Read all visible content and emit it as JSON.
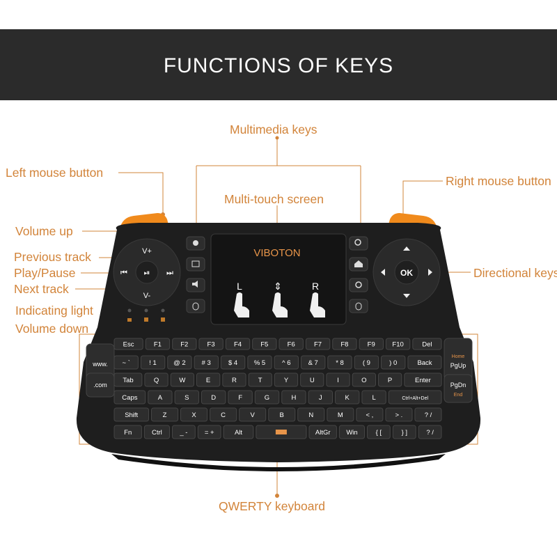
{
  "banner": {
    "title": "FUNCTIONS OF KEYS"
  },
  "brand": {
    "logo_text": "VIBOTON"
  },
  "colors": {
    "accent": "#d2843a",
    "banner_bg": "#2b2b2b",
    "keyboard_body": "#1e1e1e",
    "orange_bumper": "#f08a1c"
  },
  "callouts": {
    "multimedia": "Multimedia keys",
    "left_mouse": "Left mouse button",
    "right_mouse": "Right mouse button",
    "touch": "Multi-touch screen",
    "volume_up": "Volume up",
    "prev_track": "Previous track",
    "play_pause": "Play/Pause",
    "next_track": "Next track",
    "indicator": "Indicating light",
    "volume_down": "Volume down",
    "directional": "Directional keys",
    "qwerty": "QWERTY keyboard"
  },
  "dpad_left": {
    "up": "V+",
    "down": "V-",
    "left": "⏮",
    "center": "⏯",
    "right": "⏭"
  },
  "dpad_right": {
    "center": "OK"
  },
  "touchpad": {
    "left": "L",
    "middle": "⇕",
    "right": "R"
  },
  "side_keys": {
    "www": "www.",
    "com": ".com",
    "home": "Home",
    "pgup": "PgUp",
    "pgdn": "PgDn",
    "end": "End"
  },
  "keyboard": {
    "rows": [
      [
        "Esc",
        "F1",
        "F2",
        "F3",
        "F4",
        "F5",
        "F6",
        "F7",
        "F8",
        "F9",
        "F10",
        "Del"
      ],
      [
        "~ `",
        "! 1",
        "@ 2",
        "# 3",
        "$ 4",
        "% 5",
        "^ 6",
        "& 7",
        "* 8",
        "( 9",
        ") 0",
        "Back"
      ],
      [
        "Tab",
        "Q",
        "W",
        "E",
        "R",
        "T",
        "Y",
        "U",
        "I",
        "O",
        "P",
        "Enter"
      ],
      [
        "Caps",
        "A",
        "S",
        "D",
        "F",
        "G",
        "H",
        "J",
        "K",
        "L",
        "Ctrl+Alt+Del"
      ],
      [
        "Shift",
        "Z",
        "X",
        "C",
        "V",
        "B",
        "N",
        "M",
        "< ,",
        "> .",
        "? /"
      ],
      [
        "Fn",
        "Ctrl",
        "_ -",
        "= +",
        "Alt",
        "",
        "AltGr",
        "Win",
        "{ [",
        "} ]",
        "? /"
      ]
    ]
  }
}
